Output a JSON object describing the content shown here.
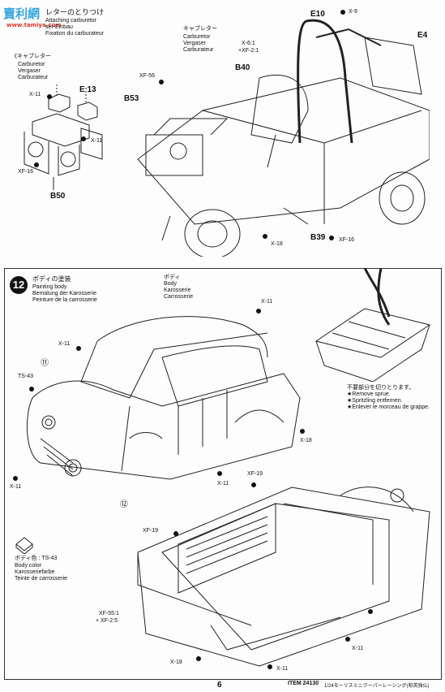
{
  "watermark": {
    "line1": "賣利網",
    "line2": "www.tamiya.com"
  },
  "step11": {
    "title_jp": "レターのとりつけ",
    "title_en": "Attaching carburetor",
    "title_de": "ser-Einbau",
    "title_fr": "Fixation du carburateur",
    "sub_jp": "《キャブレター",
    "sub_en": "Carburetor",
    "sub_de": "Vergaser",
    "sub_fr": "Carburateur",
    "carb_jp": "キャブレター",
    "carb_en": "Carburetor",
    "carb_de": "Vergaser",
    "carb_fr": "Carburateur",
    "labels": {
      "x9": "X-9",
      "e10": "E10",
      "e4": "E4",
      "x61": "X-6:1",
      "xf21": "+XF-2:1",
      "b40": "B40",
      "xf56": "XF-56",
      "b53": "B53",
      "x11a": "X-11",
      "e13": "E 13",
      "x11b": "X-11",
      "xf16a": "XF-16",
      "b50": "B50",
      "x18": "X-18",
      "b39": "B39",
      "xf16b": "XF-16"
    }
  },
  "step12": {
    "number": "12",
    "title_jp": "ボディの塗装",
    "title_en": "Painting body",
    "title_de": "Bemalung der Karosserie",
    "title_fr": "Peinture de la carrosserie",
    "body_jp": "ボディ",
    "body_en": "Body",
    "body_de": "Karosserie",
    "body_fr": "Carrosserie",
    "ref_top": "⑪",
    "ref_bottom": "⑫",
    "labels": {
      "x11a": "X-11",
      "x11b": "X-11",
      "ts43": "TS-43",
      "x18a": "X-18",
      "x11c": "X-11",
      "x11d": "X-11",
      "xf19a": "XF-19",
      "xf19b": "XF-19",
      "xf551": "XF-55:1",
      "xf25": "+ XF-2:5",
      "x18b": "X-18",
      "x11e": "X-11",
      "x11f": "X-11"
    },
    "sprue_jp": "不要部分を切りとります。",
    "sprue_en": "★Remove sprue.",
    "sprue_de": "★Spritzling entfernen.",
    "sprue_fr": "★Enlever le morceau de grappe.",
    "color_jp": "ボディ色 : TS-43",
    "color_en": "Body color",
    "color_de": "Karosseriefarbe",
    "color_fr": "Teinte de carrosserie"
  },
  "footer": {
    "page_number": "6",
    "item": "ITEM 24130",
    "item_desc": "1/24モーリスミニクーパーレーシング(和英独仏)"
  }
}
